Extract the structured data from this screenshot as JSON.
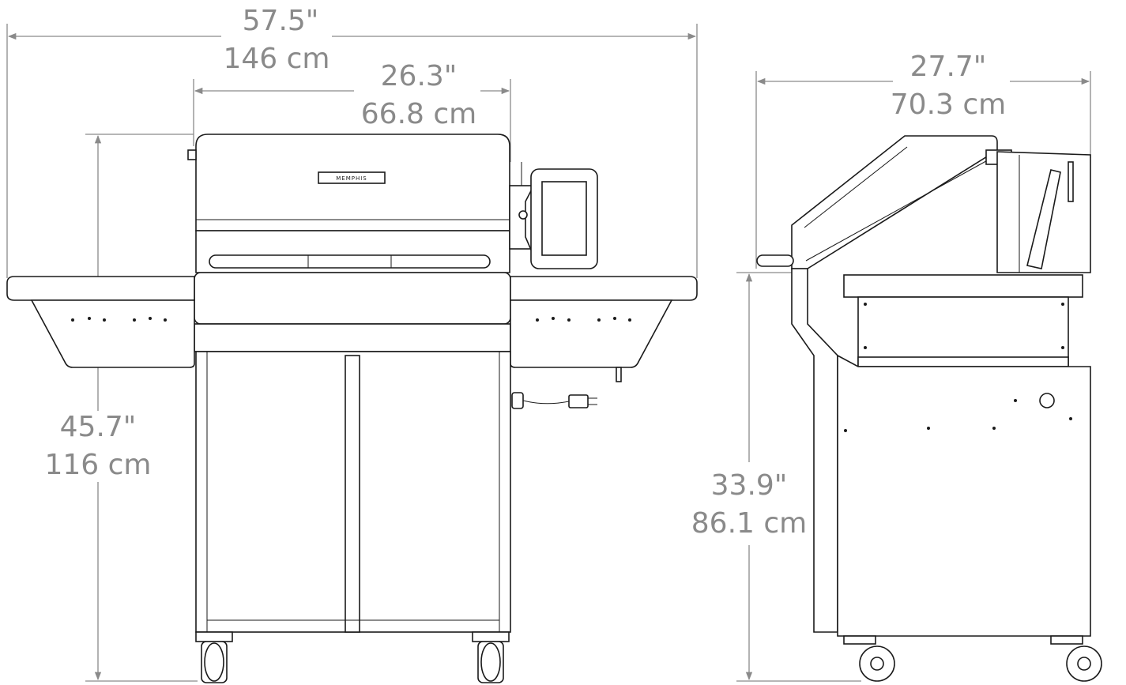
{
  "front_view": {
    "overall_width": {
      "in": "57.5\"",
      "cm": "146 cm"
    },
    "body_width": {
      "in": "26.3\"",
      "cm": "66.8 cm"
    },
    "overall_height": {
      "in": "45.7\"",
      "cm": "116 cm"
    },
    "logo": "MEMPHIS"
  },
  "side_view": {
    "depth": {
      "in": "27.7\"",
      "cm": "70.3 cm"
    },
    "shelf_height": {
      "in": "33.9\"",
      "cm": "86.1 cm"
    }
  },
  "colors": {
    "dimension": "#8a8a8a",
    "line": "#1a1a1a",
    "background": "#ffffff"
  }
}
